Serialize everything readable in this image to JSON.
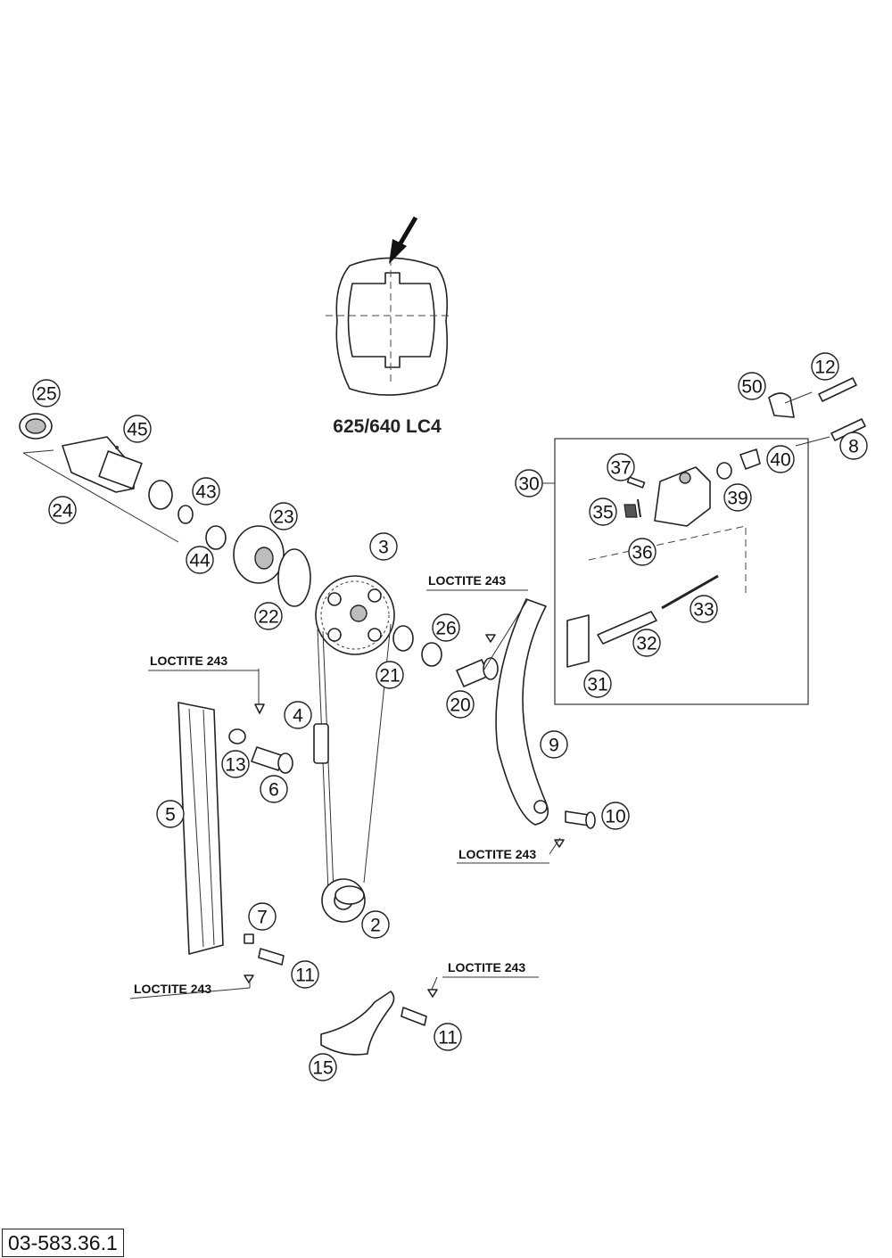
{
  "detail_caption": "625/640 LC4",
  "figure_code": "03-583.36.1",
  "loctite_labels": [
    "LOCTITE 243",
    "LOCTITE 243",
    "LOCTITE 243",
    "LOCTITE 243",
    "LOCTITE 243"
  ],
  "part_numbers": [
    "25",
    "45",
    "24",
    "43",
    "44",
    "23",
    "22",
    "3",
    "21",
    "26",
    "20",
    "4",
    "13",
    "6",
    "5",
    "9",
    "10",
    "2",
    "7",
    "11",
    "11",
    "15",
    "12",
    "50",
    "8",
    "40",
    "39",
    "30",
    "37",
    "35",
    "36",
    "33",
    "32",
    "31"
  ]
}
